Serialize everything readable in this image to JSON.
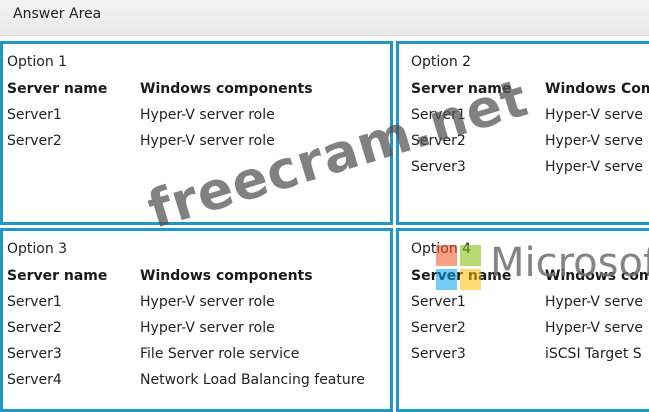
{
  "header": {
    "title": "Answer Area"
  },
  "columns": {
    "server": "Server name",
    "components": "Windows components",
    "components_cut": "Windows Com",
    "components_cut2": "Windows com"
  },
  "options": [
    {
      "title": "Option 1",
      "rows": [
        [
          "Server1",
          "Hyper-V server role"
        ],
        [
          "Server2",
          "Hyper-V server role"
        ]
      ]
    },
    {
      "title": "Option 2",
      "rows": [
        [
          "Server1",
          "Hyper-V serve"
        ],
        [
          "Server2",
          "Hyper-V serve"
        ],
        [
          "Server3",
          "Hyper-V serve"
        ]
      ]
    },
    {
      "title": "Option 3",
      "rows": [
        [
          "Server1",
          "Hyper-V server role"
        ],
        [
          "Server2",
          "Hyper-V server role"
        ],
        [
          "Server3",
          "File Server role service"
        ],
        [
          "Server4",
          "Network Load Balancing feature"
        ]
      ]
    },
    {
      "title": "Option 4",
      "rows": [
        [
          "Server1",
          "Hyper-V serve"
        ],
        [
          "Server2",
          "Hyper-V serve"
        ],
        [
          "Server3",
          "iSCSI Target S"
        ]
      ]
    }
  ],
  "watermark": {
    "text": "freecram.net",
    "brand": "Microsoft"
  },
  "colors": {
    "panel_border": "#1f98c3",
    "ms_red": "#f25022",
    "ms_green": "#7fba00",
    "ms_blue": "#00a4ef",
    "ms_yellow": "#ffb900"
  }
}
